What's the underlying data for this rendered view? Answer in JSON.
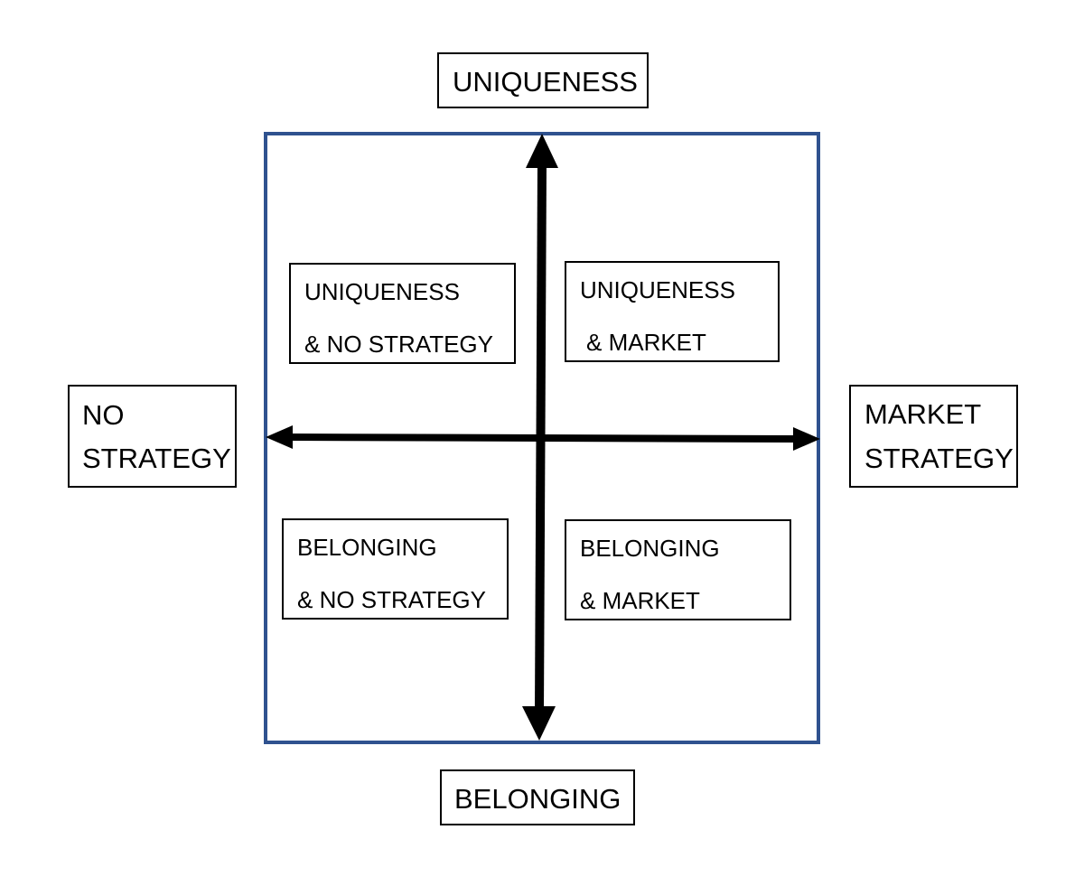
{
  "colors": {
    "frame_border": "#2f528f",
    "axis": "#000000",
    "box_border": "#000000"
  },
  "axis_labels": {
    "top": "UNIQUENESS",
    "bottom": "BELONGING",
    "left": [
      "NO",
      "STRATEGY"
    ],
    "right": [
      "MARKET",
      "STRATEGY"
    ]
  },
  "quadrants": {
    "top_left": [
      "UNIQUENESS",
      "& NO STRATEGY"
    ],
    "top_right": [
      "UNIQUENESS",
      "& MARKET"
    ],
    "bottom_left": [
      "BELONGING",
      "& NO STRATEGY"
    ],
    "bottom_right": [
      "BELONGING",
      "& MARKET"
    ]
  }
}
